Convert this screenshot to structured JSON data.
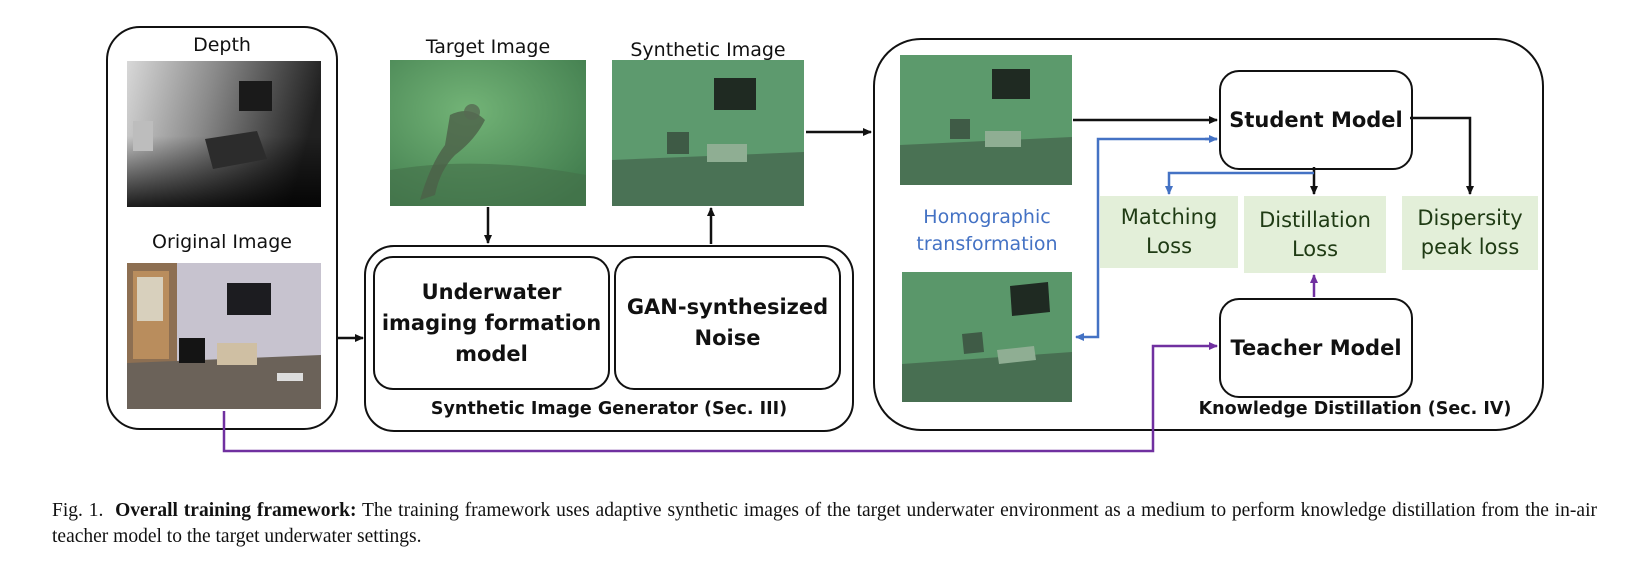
{
  "labels": {
    "depth": "Depth",
    "original_image": "Original Image",
    "target_image": "Target Image",
    "synthetic_image": "Synthetic Image",
    "homographic": [
      "Homographic",
      "transformation"
    ],
    "generator_caption": "Synthetic Image Generator (Sec. III)",
    "distillation_caption": "Knowledge Distillation (Sec. IV)"
  },
  "boxes": {
    "underwater_model": [
      "Underwater",
      "imaging formation",
      "model"
    ],
    "gan_noise": [
      "GAN-synthesized",
      "Noise"
    ],
    "student_model": "Student Model",
    "teacher_model": "Teacher Model"
  },
  "losses": {
    "matching": [
      "Matching",
      "Loss"
    ],
    "distillation": [
      "Distillation",
      "Loss"
    ],
    "dispersity": [
      "Dispersity",
      "peak loss"
    ]
  },
  "caption": {
    "prefix": "Fig. 1.",
    "bold": "Overall training framework:",
    "text": "The training framework uses adaptive synthetic images of the target underwater environment as a medium to perform knowledge distillation from the in-air teacher model to the target underwater settings."
  },
  "colors": {
    "loss_fill": "#e3efd9",
    "homographic_text": "#4472c4",
    "blue_arrow": "#4472c4",
    "purple_arrow": "#7030a0"
  }
}
